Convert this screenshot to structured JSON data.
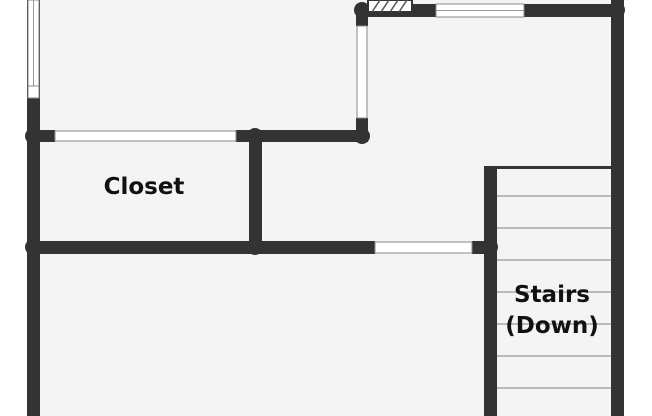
{
  "floor_plan": {
    "colors": {
      "background": "#ffffff",
      "floor": "#f4f4f4",
      "wall": "#333333",
      "window": "#ffffff",
      "window_frame": "#888888",
      "stair_tread": "#b9b9b9",
      "label": "#111111"
    },
    "rooms": {
      "closet": {
        "label": "Closet"
      },
      "stairs": {
        "label_line1": "Stairs",
        "label_line2": "(Down)",
        "direction": "down"
      }
    }
  }
}
